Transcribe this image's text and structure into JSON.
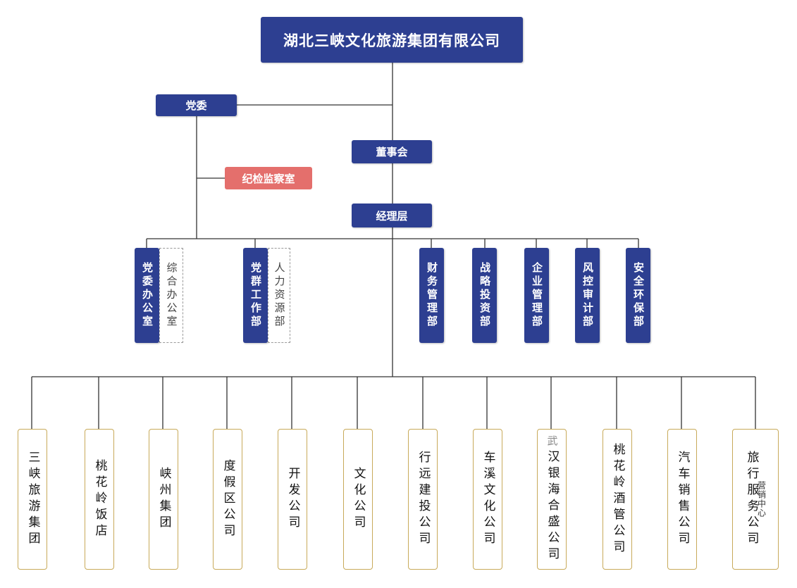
{
  "root": "湖北三峡文化旅游集团有限公司",
  "party_committee": "党委",
  "discipline_office": "纪检监察室",
  "board": "董事会",
  "management": "经理层",
  "departments": [
    {
      "label": "党委办公室",
      "aside": "综合办公室"
    },
    {
      "label": "党群工作部",
      "aside": "人力资源部"
    },
    {
      "label": "财务管理部"
    },
    {
      "label": "战略投资部"
    },
    {
      "label": "企业管理部"
    },
    {
      "label": "风控审计部"
    },
    {
      "label": "安全环保部"
    }
  ],
  "subsidiaries": [
    {
      "label": "三峡旅游集团"
    },
    {
      "label": "桃花岭饭店"
    },
    {
      "label": "峡州集团"
    },
    {
      "label": "度假区公司"
    },
    {
      "label": "开发公司"
    },
    {
      "label": "文化公司"
    },
    {
      "label": "行远建投公司"
    },
    {
      "label": "车溪文化公司"
    },
    {
      "prefix": "武",
      "label": "汉银海合盛公司"
    },
    {
      "label": "桃花岭酒管公司"
    },
    {
      "label": "汽车销售公司"
    },
    {
      "label": "旅行服务公司",
      "note": "营销中心"
    }
  ],
  "colors": {
    "navy": "#2d3f91",
    "pink": "#e46f6c",
    "gold_border": "#c8aa5a",
    "line": "#333333"
  }
}
